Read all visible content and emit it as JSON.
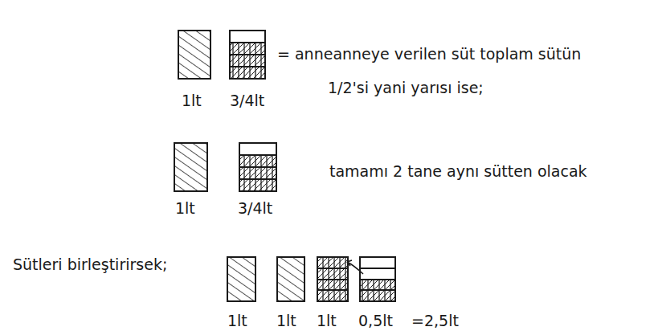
{
  "diagram": {
    "labels": [
      "= anneanneye verilen süt toplam sütün",
      "1/2'si yani yarısı ise;",
      "1lt",
      "3/4lt",
      "tamamı 2 tane aynı sütten olacak",
      "1lt",
      "3/4lt",
      "Sütleri birleştirirsek;",
      "1lt",
      "1lt",
      "1lt",
      "0,5lt",
      "=2,5lt"
    ]
  }
}
